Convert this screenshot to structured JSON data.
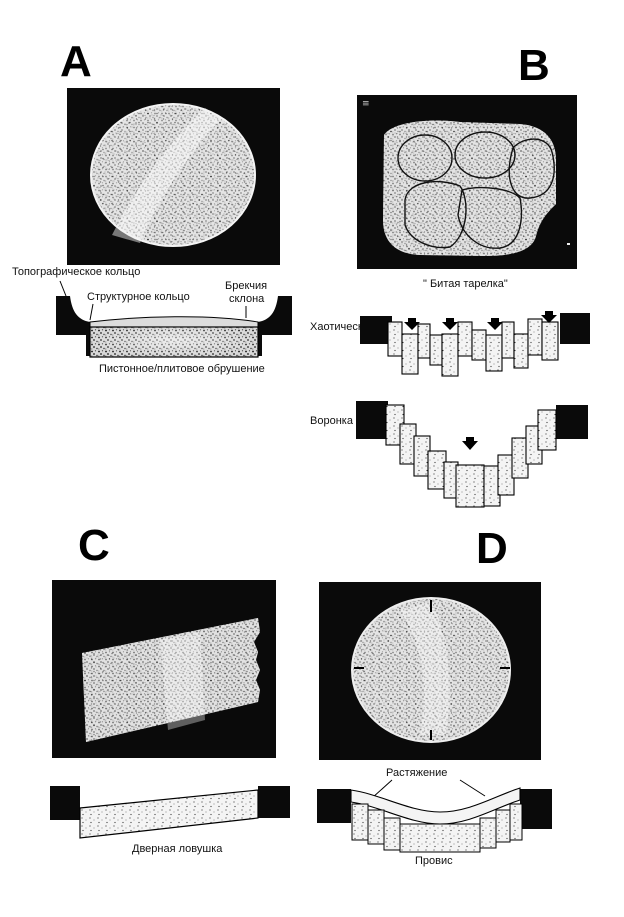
{
  "panels": {
    "A": {
      "letter": "A",
      "labels": {
        "topographic_ring": "Топографическое кольцо",
        "structural_ring": "Структурное кольцо",
        "slope_breccia_1": "Брекчия",
        "slope_breccia_2": "склона",
        "piston_collapse": "Пистонное/плитовое обрушение"
      }
    },
    "B": {
      "letter": "B",
      "photo_mark": "≡",
      "labels": {
        "broken_plate": "\" Битая тарелка\"",
        "chaotic": "Хаотическое",
        "funnel": "Воронка"
      }
    },
    "C": {
      "letter": "C",
      "labels": {
        "trapdoor": "Дверная ловушка"
      }
    },
    "D": {
      "letter": "D",
      "labels": {
        "extension": "Растяжение",
        "sag": "Провис"
      }
    }
  },
  "colors": {
    "background": "#ffffff",
    "dark": "#0a0a0a",
    "speckle_light": "#ececec",
    "block_fill": "#f2f2f2"
  }
}
